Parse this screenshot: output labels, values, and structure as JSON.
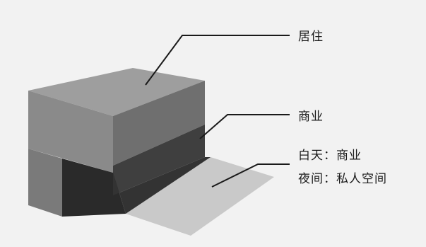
{
  "labels": {
    "residential": "居住",
    "commercial": "商业",
    "day_commercial": "白天：商业",
    "night_private": "夜间：私人空间"
  },
  "colors": {
    "background": "#f2f2f2",
    "block_top": "#9e9e9e",
    "block_front_light": "#8a8a8a",
    "block_side_light": "#6f6f6f",
    "commercial_front": "#4a4a4a",
    "commercial_side": "#383838",
    "recess_dark": "#2a2a2a",
    "ground_slab": "#c9c9c9",
    "leader_line": "#1a1a1a"
  }
}
